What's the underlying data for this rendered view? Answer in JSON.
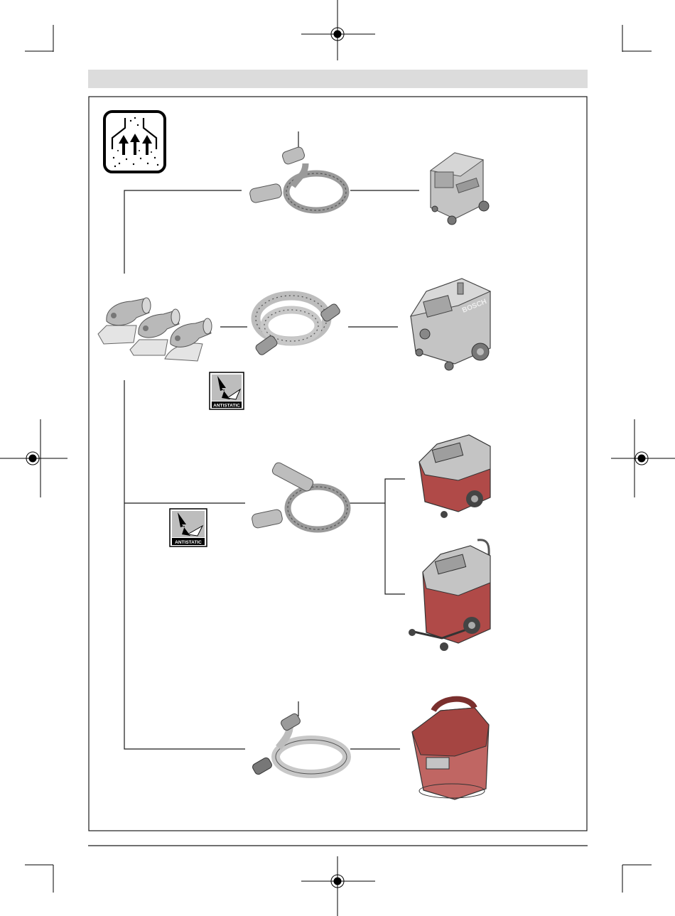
{
  "page": {
    "header_band_color": "#dcdcdc",
    "frame_color": "#1a1a1a",
    "device_colors": {
      "gray_vacuum": "#c4c4c4",
      "red_vacuum": "#b04a48",
      "hose_stroke": "#8a8a8a"
    }
  },
  "icons": {
    "dust_extraction": "dust-extraction-icon",
    "antistatic_upper": {
      "icon": "antistatic-icon",
      "label": "ANTISTATIC"
    },
    "antistatic_lower": {
      "icon": "antistatic-icon",
      "label": "ANTISTATIC"
    }
  },
  "rows": [
    {
      "hose": "grey-coiled-hose",
      "vacuum": "compact-grey-vacuum"
    },
    {
      "hose": "corrugated-grey-hose",
      "vacuum": "grey-wet-dry-vacuum-with-wheels"
    },
    {
      "hose": "antistatic-hose",
      "vacuum": "red-vacuum-medium-and-large"
    },
    {
      "hose": "flat-grey-hose",
      "vacuum": "red-cordless-vacuum"
    }
  ],
  "vacuum_brand": "BOSCH"
}
